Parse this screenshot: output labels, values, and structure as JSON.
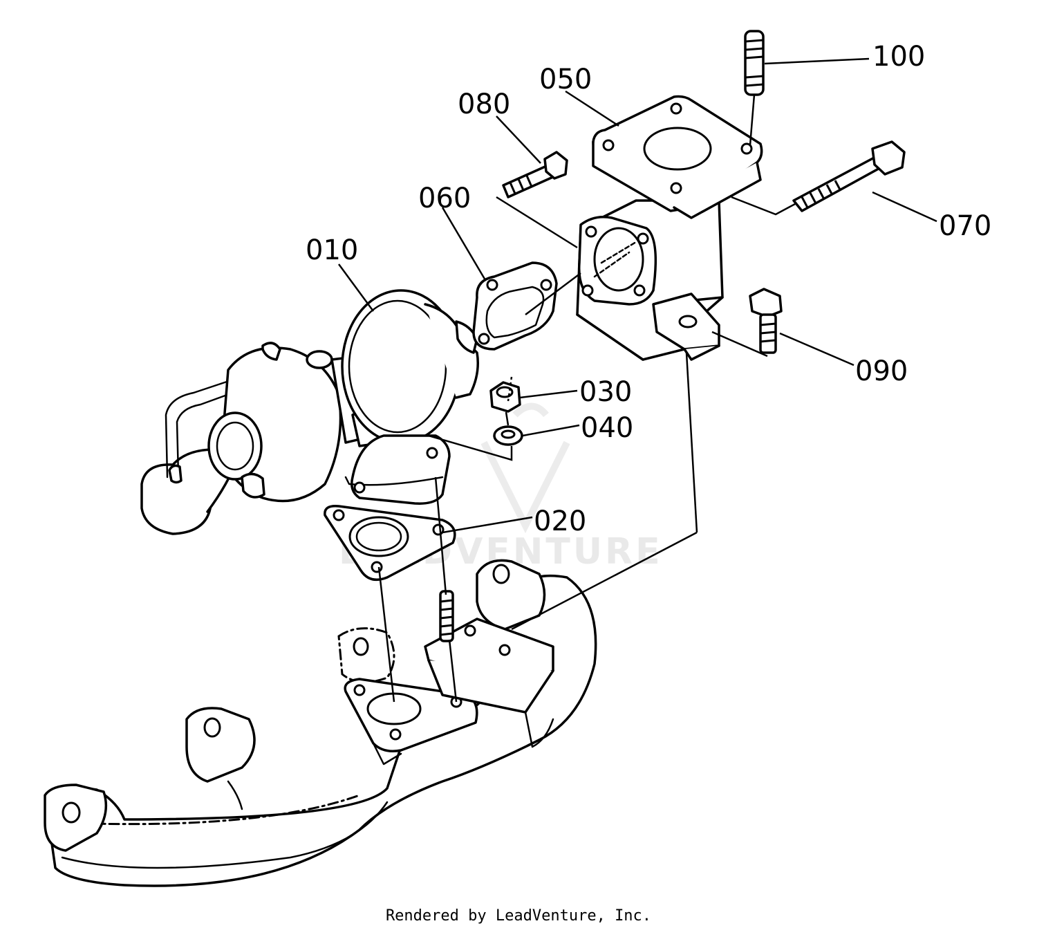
{
  "watermark": "LEADVENTURE",
  "credit": "Rendered by LeadVenture, Inc.",
  "callouts": {
    "c010": "010",
    "c020": "020",
    "c030": "030",
    "c040": "040",
    "c050": "050",
    "c060": "060",
    "c070": "070",
    "c080": "080",
    "c090": "090",
    "c100": "100"
  }
}
